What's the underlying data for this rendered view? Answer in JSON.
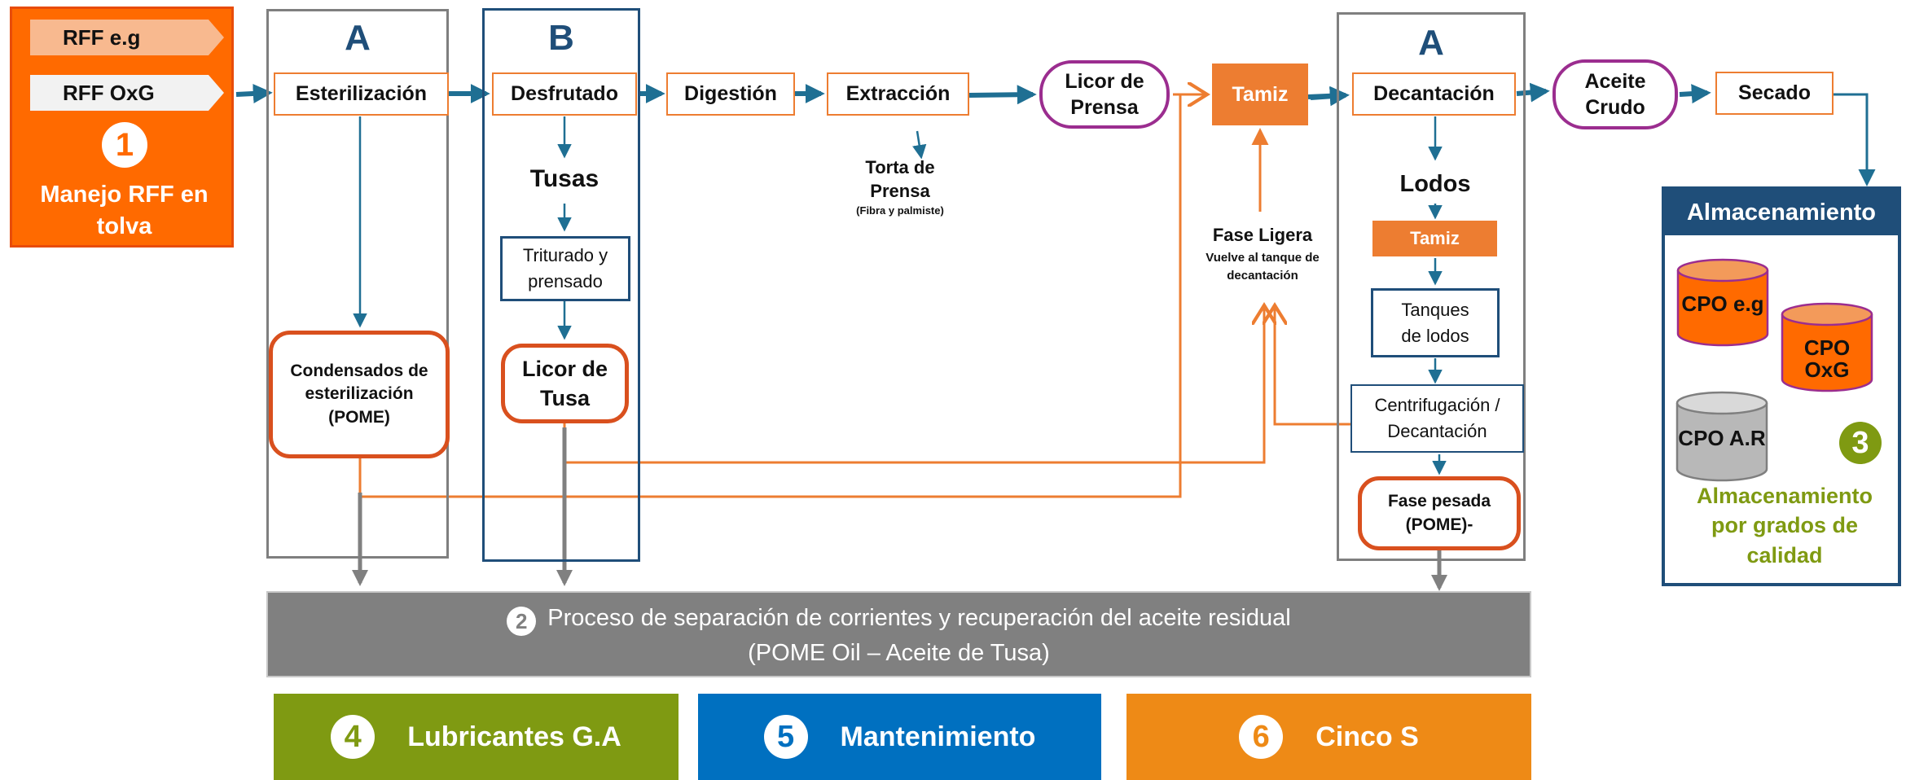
{
  "intake": {
    "tag_eg": "RFF e.g",
    "tag_oxg": "RFF OxG",
    "number": "1",
    "label": "Manejo RFF en tolva"
  },
  "groups": {
    "a1_label": "A",
    "b_label": "B",
    "a2_label": "A"
  },
  "process": {
    "esterilizacion": "Esterilización",
    "desfrutado": "Desfrutado",
    "digestion": "Digestión",
    "extraccion": "Extracción",
    "licor_prensa": "Licor de Prensa",
    "tamiz": "Tamiz",
    "decantacion": "Decantación",
    "aceite_crudo": "Aceite Crudo",
    "secado": "Secado"
  },
  "secondary": {
    "tusas": "Tusas",
    "triturado": "Triturado y prensado",
    "licor_tusa": "Licor de Tusa",
    "condensados": "Condensados de esterilización (POME)",
    "torta_title": "Torta de Prensa",
    "torta_sub": "(Fibra y palmiste)",
    "fase_ligera_title": "Fase Ligera",
    "fase_ligera_sub": "Vuelve al tanque de decantación",
    "lodos": "Lodos",
    "tamiz2": "Tamiz",
    "tanques_lodos": "Tanques de lodos",
    "centrifugacion": "Centrifugación / Decantación",
    "fase_pesada": "Fase pesada (POME)-"
  },
  "separation": {
    "number": "2",
    "line1": "Proceso de separación de corrientes y recuperación del aceite residual",
    "line2": "(POME Oil – Aceite de Tusa)"
  },
  "storage": {
    "title": "Almacenamiento",
    "tanks": [
      "CPO e.g",
      "CPO OxG",
      "CPO A.R"
    ],
    "number": "3",
    "caption": "Almacenamiento por grados de calidad"
  },
  "bottom": [
    {
      "number": "4",
      "label": "Lubricantes G.A",
      "color": "#7f9a12"
    },
    {
      "number": "5",
      "label": "Mantenimiento",
      "color": "#0070c0"
    },
    {
      "number": "6",
      "label": "Cinco S",
      "color": "#ee8a16"
    }
  ],
  "colors": {
    "main_flow": "#1f6f93",
    "recycle": "#ed7d31",
    "drain": "#808080"
  }
}
